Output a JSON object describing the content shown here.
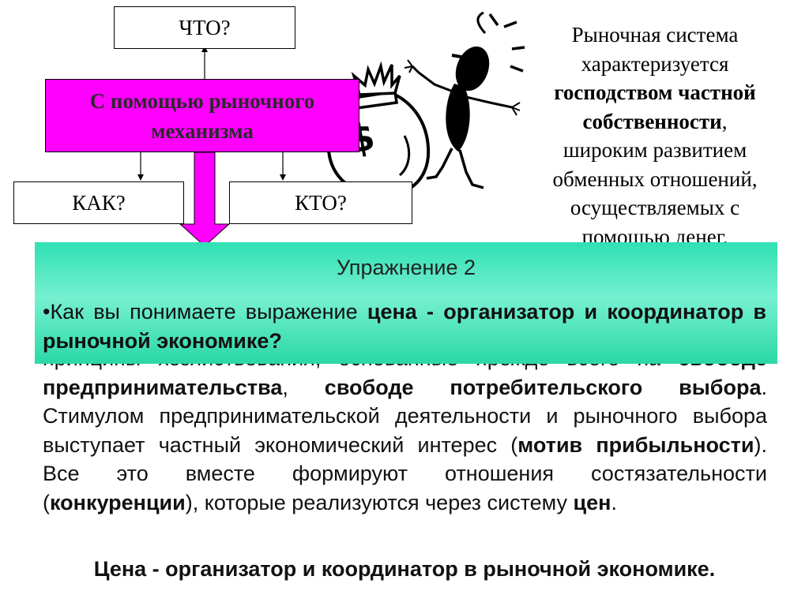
{
  "flow": {
    "what": "ЧТО?",
    "center_line1": "С помощью рыночного",
    "center_line2": "механизма",
    "how": "КАК?",
    "who": "КТО?"
  },
  "right_text": {
    "l1": "Рыночная система",
    "l2": "характеризуется",
    "l3b": "господством частной",
    "l4b": "собственности",
    "l4": ",",
    "l5": "широким развитием",
    "l6": "обменных отношений,",
    "l7": "осуществляемых с",
    "l8": "помощью денег."
  },
  "body": {
    "p1": "принципы хозяйствования, основанные прежде всего на",
    "b1": "свободе предпринимательства",
    "t1": ", ",
    "b2": "свободе потребительского выбора",
    "t2": ". Стимулом предпринимательской деятельности и рыночного выбора выступает частный экономический интерес (",
    "b3": "мотив прибыльности",
    "t3": "). Все это вместе формируют отношения состязательности (",
    "b4": "конкуренции",
    "t4": "), которые реализуются через систему ",
    "b5": "цен",
    "t5": "."
  },
  "footer": "Цена - организатор и координатор в рыночной экономике.",
  "exercise": {
    "title": "Упражнение 2",
    "bullet": "•",
    "q1": "Как вы понимаете выражение ",
    "qb": "цена - организатор и координатор в рыночной экономике?"
  },
  "cartoon": {
    "symbol": "$"
  },
  "colors": {
    "magenta": "#ff00ff",
    "teal": "#33dcb0",
    "arrow": "#ff00ff"
  }
}
